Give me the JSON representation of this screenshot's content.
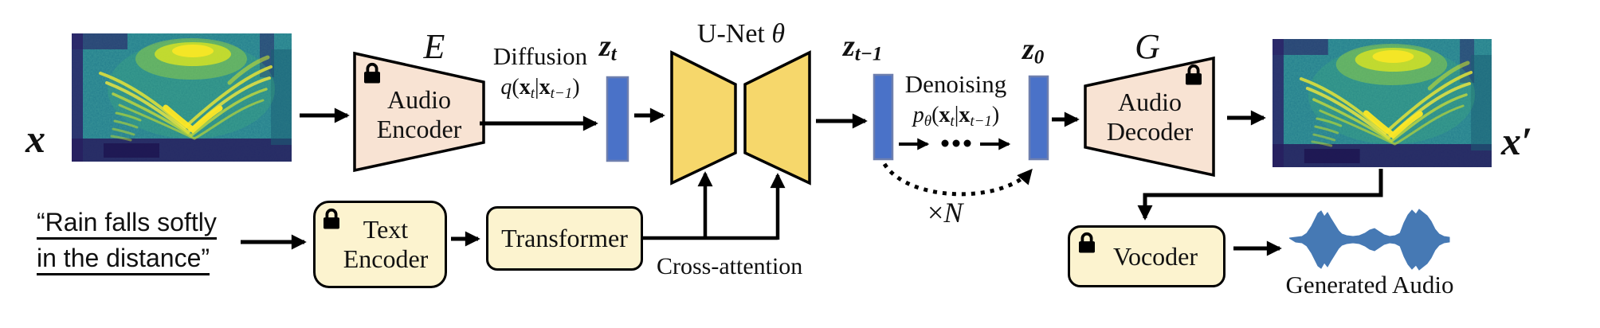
{
  "figure_type": "latent-diffusion text-to-audio architecture diagram",
  "labels": {
    "x_in": "x",
    "x_out": {
      "base": "x",
      "prime": "′"
    },
    "z_t": {
      "base": "z",
      "sub": "t"
    },
    "z_tm1": {
      "base": "z",
      "sub": "t−1"
    },
    "z_0": {
      "base": "z",
      "sub": "0"
    },
    "encoder_symbol": "E",
    "decoder_symbol": "G",
    "unet": {
      "name": "U-Net ",
      "theta": "θ"
    },
    "cross_attention": "Cross-attention",
    "iteration": {
      "times": "×",
      "n": "N"
    }
  },
  "blocks": {
    "audio_encoder": {
      "line1": "Audio",
      "line2": "Encoder"
    },
    "audio_decoder": {
      "line1": "Audio",
      "line2": "Decoder"
    },
    "text_encoder": {
      "line1": "Text",
      "line2": "Encoder"
    },
    "transformer": "Transformer",
    "vocoder": "Vocoder"
  },
  "process": {
    "diffusion": {
      "title": "Diffusion",
      "formula": {
        "func": "q",
        "open": "(",
        "x1": "x",
        "sub1": "t",
        "bar": "|",
        "x2": "x",
        "sub2": "t−1",
        "close": ")"
      }
    },
    "denoising": {
      "title": "Denoising",
      "formula": {
        "func": "p",
        "fsub": "θ",
        "open": "(",
        "x1": "x",
        "sub1": "t",
        "bar": "|",
        "x2": "x",
        "sub2": "t−1",
        "close": ")"
      }
    }
  },
  "prompt": {
    "line1": "“Rain falls softly",
    "line2": "in the distance”"
  },
  "output": {
    "caption": "Generated Audio"
  },
  "icons": {
    "lock_audio_encoder": "lock-icon",
    "lock_text_encoder": "lock-icon",
    "lock_audio_decoder": "lock-icon",
    "lock_vocoder": "lock-icon"
  },
  "colors": {
    "encoder_decoder_fill": "#f8e3d3",
    "unet_fill": "#f6d76b",
    "yellow_box_fill": "#fcf3cf",
    "latent_bar_fill": "#4a72c8",
    "latent_bar_stroke": "#6e7fae",
    "waveform_blue": "#4679b4",
    "arrow_black": "#000000",
    "spectrogram_teal": "#227b8c",
    "spectrogram_indigo": "#2b2167",
    "spectrogram_yellow": "#fde725"
  }
}
